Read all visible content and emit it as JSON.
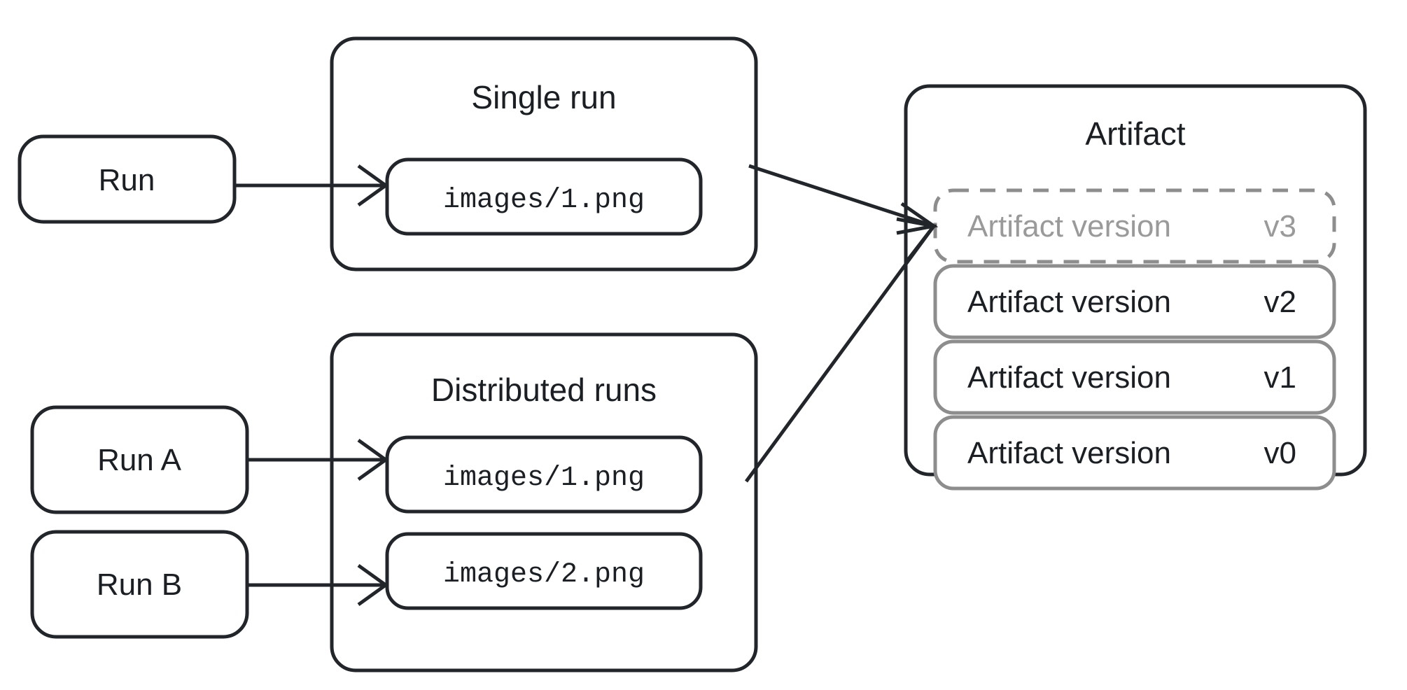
{
  "diagram": {
    "type": "flow-diagram",
    "background_color": "#ffffff",
    "line_color": "#22262b",
    "muted_color": "#9a9a9a",
    "version_border_color": "#8d8d8d",
    "runs": [
      {
        "id": "run",
        "label": "Run"
      },
      {
        "id": "run-a",
        "label": "Run A"
      },
      {
        "id": "run-b",
        "label": "Run B"
      }
    ],
    "groups": [
      {
        "id": "single-run",
        "title": "Single run",
        "files": [
          {
            "id": "single-run-file-1",
            "label": "images/1.png"
          }
        ]
      },
      {
        "id": "distributed-runs",
        "title": "Distributed runs",
        "files": [
          {
            "id": "distributed-file-1",
            "label": "images/1.png"
          },
          {
            "id": "distributed-file-2",
            "label": "images/2.png"
          }
        ]
      }
    ],
    "artifact": {
      "title": "Artifact",
      "versions": [
        {
          "id": "v3",
          "label": "Artifact version",
          "version": "v3",
          "state": "draft"
        },
        {
          "id": "v2",
          "label": "Artifact version",
          "version": "v2",
          "state": "committed"
        },
        {
          "id": "v1",
          "label": "Artifact version",
          "version": "v1",
          "state": "committed"
        },
        {
          "id": "v0",
          "label": "Artifact version",
          "version": "v0",
          "state": "committed"
        }
      ]
    },
    "edges": [
      {
        "id": "run-to-single-file",
        "from": "run",
        "to": "single-run-file-1"
      },
      {
        "id": "run-a-to-file-1",
        "from": "run-a",
        "to": "distributed-file-1"
      },
      {
        "id": "run-b-to-file-2",
        "from": "run-b",
        "to": "distributed-file-2"
      },
      {
        "id": "single-run-to-v3",
        "from": "single-run",
        "to": "v3"
      },
      {
        "id": "distributed-runs-to-v3",
        "from": "distributed-runs",
        "to": "v3"
      }
    ]
  }
}
